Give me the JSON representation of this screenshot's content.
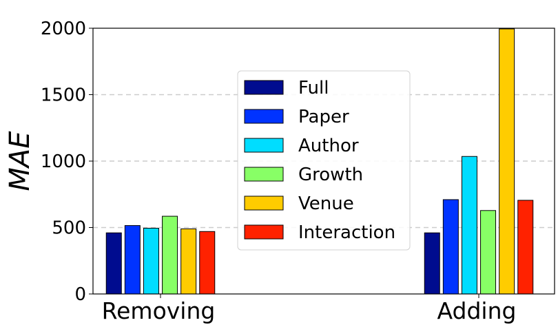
{
  "chart_data": {
    "type": "bar",
    "categories": [
      "Removing",
      "Adding"
    ],
    "series": [
      {
        "name": "Full",
        "color": "#000c8f",
        "values": [
          460,
          460
        ]
      },
      {
        "name": "Paper",
        "color": "#0033ff",
        "values": [
          515,
          710
        ]
      },
      {
        "name": "Author",
        "color": "#00ddff",
        "values": [
          495,
          1035
        ]
      },
      {
        "name": "Growth",
        "color": "#88ff66",
        "values": [
          585,
          628
        ]
      },
      {
        "name": "Venue",
        "color": "#ffcc00",
        "values": [
          490,
          1995
        ]
      },
      {
        "name": "Interaction",
        "color": "#ff2200",
        "values": [
          470,
          705
        ]
      }
    ],
    "ylabel": "MAE",
    "ylim": [
      0,
      2000
    ],
    "yticks": [
      0,
      500,
      1000,
      1500,
      2000
    ],
    "grid": "horizontal dashed",
    "legend_position": "center"
  }
}
